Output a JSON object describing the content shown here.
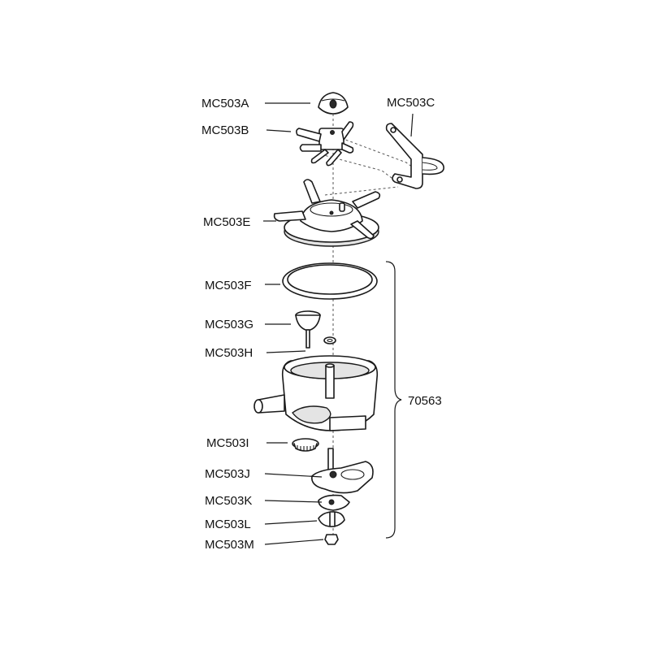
{
  "labels": {
    "mc503a": "MC503A",
    "mc503b": "MC503B",
    "mc503c": "MC503C",
    "mc503e": "MC503E",
    "mc503f": "MC503F",
    "mc503g": "MC503G",
    "mc503h": "MC503H",
    "mc503i": "MC503I",
    "mc503j": "MC503J",
    "mc503k": "MC503K",
    "mc503l": "MC503L",
    "mc503m": "MC503M",
    "assembly": "70563"
  },
  "colors": {
    "line": "#1a1a1a",
    "background": "#ffffff"
  }
}
